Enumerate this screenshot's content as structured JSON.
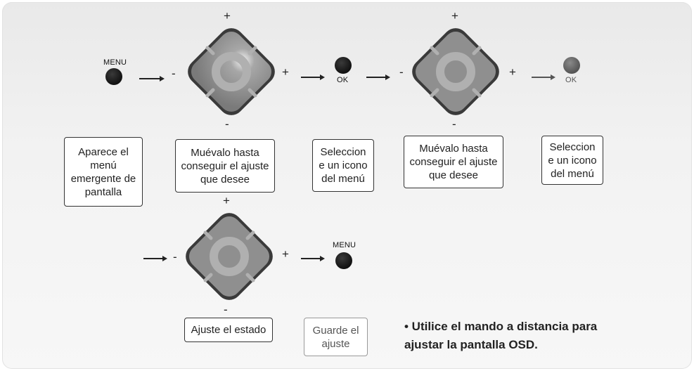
{
  "labels": {
    "menu": "MENU",
    "ok": "OK",
    "plus": "+",
    "minus": "-"
  },
  "boxes": {
    "popup": [
      "Aparece el",
      "menú",
      "emergente de",
      "pantalla"
    ],
    "move1": [
      "Muévalo hasta",
      "conseguir el ajuste",
      "que desee"
    ],
    "select1": [
      "Seleccion",
      "e un icono",
      "del menú"
    ],
    "move2": [
      "Muévalo hasta",
      "conseguir el ajuste",
      "que desee"
    ],
    "select2": [
      "Seleccion",
      "e un icono",
      "del menú"
    ],
    "adjust": [
      "Ajuste el estado"
    ],
    "save": [
      "Guarde el",
      "ajuste"
    ]
  },
  "note": {
    "line1": "• Utilice el mando a distancia para",
    "line2": "ajustar la pantalla OSD."
  },
  "colors": {
    "pad_outer": "#3a3a3a",
    "pad_body": "#8f8f8f",
    "ring": "#b0b0b0",
    "dot_dark": "#111111",
    "dot_gray": "#555555"
  }
}
